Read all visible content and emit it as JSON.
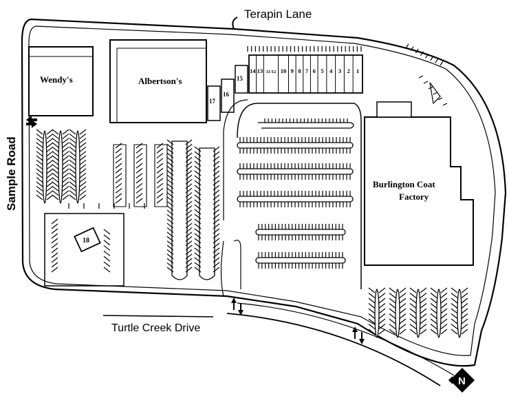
{
  "roads": {
    "terapin": "Terapin Lane",
    "sample": "Sample Road",
    "turtle": "Turtle Creek Drive"
  },
  "buildings": {
    "wendys": "Wendy's",
    "albertsons": "Albertson's",
    "burlington_line1": "Burlington Coat",
    "burlington_line2": "Factory",
    "outparcel": "18"
  },
  "store_units": [
    "14",
    "13",
    "11/12",
    "10",
    "9",
    "8",
    "7",
    "6",
    "5",
    "4",
    "3",
    "2",
    "1"
  ],
  "side_units": [
    "15",
    "16",
    "17"
  ],
  "compass": {
    "label": "N"
  },
  "colors": {
    "ink": "#000000",
    "background": "#ffffff"
  }
}
